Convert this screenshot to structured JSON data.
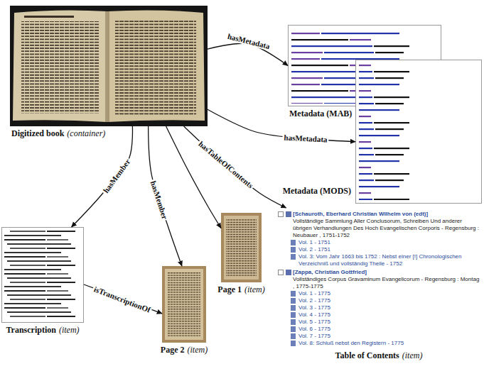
{
  "diagram": {
    "nodes": [
      {
        "text": [
          "Digitized book",
          "(container)"
        ]
      },
      {
        "text": [
          "Metadata (MAB)"
        ]
      },
      {
        "text": [
          "Metadata (MODS)"
        ]
      },
      {
        "text": [
          "Page 1",
          "(item)"
        ]
      },
      {
        "text": [
          "Table of Contents",
          "(item)",
          "[Schauroth, Eberhard Christian Wilhelm von (edt)]",
          "Vollständige Sammlung Aller Conclusorum, Schreiben Und anderer übrigen Verhandlungen Des Hoch Evangelischen Corporis - Regensburg : Neubauer , 1751-1752",
          "Vol. 1 - 1751",
          "Vol. 2 - 1751",
          "Vol. 3: Vom Jahr 1663 bis 1752 : Nebst einer [!] Chronologischen Verzeichniß und vollständig Theile - 1752",
          "[Zappa, Christian Gottfried]",
          "Vollständiges Corpus Gravaminum Evangelicorum - Regensburg : Montag , 1775-1775",
          "Vol. 1 - 1775",
          "Vol. 2 - 1775",
          "Vol. 3 - 1775",
          "Vol. 4 - 1775",
          "Vol. 5 - 1775",
          "Vol. 6 - 1775",
          "Vol. 7 - 1775",
          "Vol. 8: Schluß nebst den Registern - 1775"
        ]
      },
      {
        "text": [
          "Transcription",
          "(item)"
        ]
      },
      {
        "text": [
          "Page 2",
          "(item)"
        ]
      }
    ],
    "edges": [
      {
        "from": 0,
        "to": 1,
        "label": "hasMetadata",
        "arrow": "to"
      },
      {
        "from": 0,
        "to": 2,
        "label": "hasMetadata",
        "arrow": "to"
      },
      {
        "from": 0,
        "to": 4,
        "label": "hasTableOfContents",
        "arrow": "to"
      },
      {
        "from": 0,
        "to": 3,
        "arrow": "to"
      },
      {
        "from": 0,
        "to": 6,
        "label": "hasMember",
        "arrow": "to"
      },
      {
        "from": 0,
        "to": 5,
        "label": "hasMember",
        "arrow": "to"
      },
      {
        "from": 5,
        "to": 6,
        "label": "isTranscriptionOf",
        "arrow": "to"
      }
    ]
  }
}
